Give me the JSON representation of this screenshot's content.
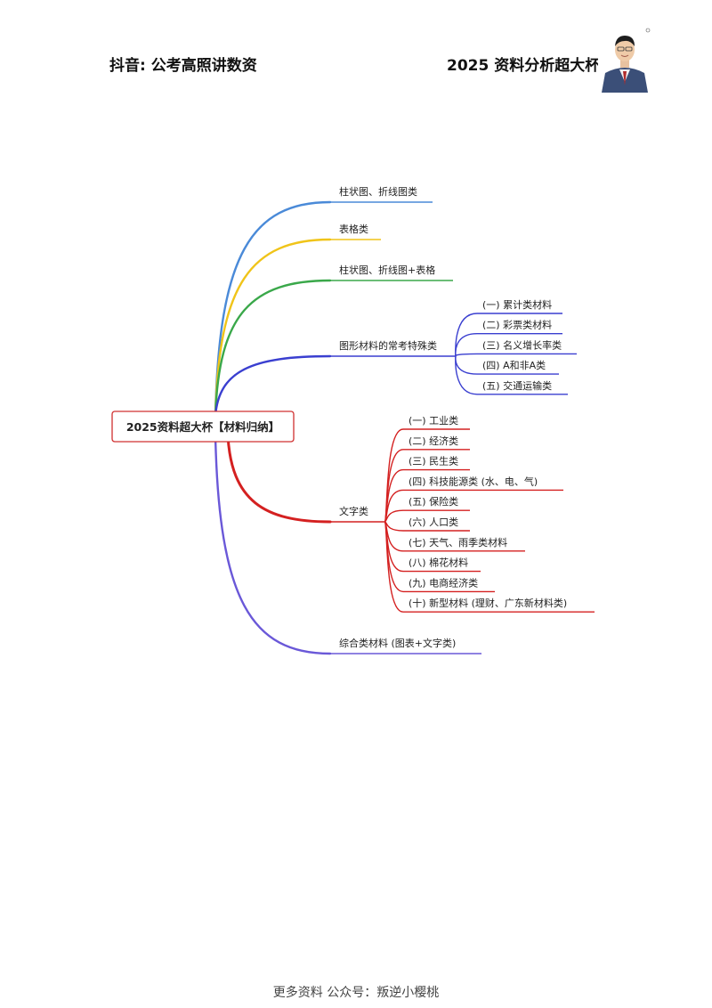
{
  "header": {
    "left_text": "抖音: 公考高照讲数资",
    "right_text": "2025 资料分析超大杯"
  },
  "mindmap": {
    "root": "2025资料超大杯【材料归纳】",
    "branches": [
      {
        "label": "柱状图、折线图类",
        "color": "#4a8ad8",
        "children": []
      },
      {
        "label": "表格类",
        "color": "#f0c419",
        "children": []
      },
      {
        "label": "柱状图、折线图+表格",
        "color": "#3aa84a",
        "children": []
      },
      {
        "label": "图形材料的常考特殊类",
        "color": "#3a3fd0",
        "children": [
          "(一) 累计类材料",
          "(二) 彩票类材料",
          "(三) 名义增长率类",
          "(四) A和非A类",
          "(五) 交通运输类"
        ]
      },
      {
        "label": "文字类",
        "color": "#d42020",
        "children": [
          "(一) 工业类",
          "(二) 经济类",
          "(三) 民生类",
          "(四) 科技能源类 (水、电、气)",
          "(五) 保险类",
          "(六) 人口类",
          "(七) 天气、雨季类材料",
          "(八) 棉花材料",
          "(九) 电商经济类",
          "(十) 新型材料 (理财、广东新材料类)"
        ]
      },
      {
        "label": "综合类材料 (图表+文字类)",
        "color": "#6a58d8",
        "children": []
      }
    ]
  },
  "footer": {
    "text": "更多资料 公众号：叛逆小樱桃"
  }
}
